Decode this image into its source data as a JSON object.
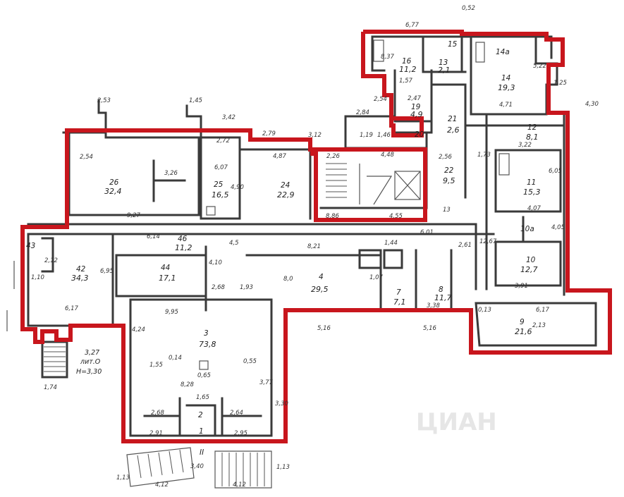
{
  "watermark": "ЦИАН",
  "rooms": [
    {
      "id": "r16",
      "num": "16",
      "area": "11,2"
    },
    {
      "id": "r13",
      "num": "13",
      "area": "2,1"
    },
    {
      "id": "r15",
      "num": "15",
      "area": ""
    },
    {
      "id": "r14a",
      "num": "14а",
      "area": ""
    },
    {
      "id": "r14",
      "num": "14",
      "area": "19,3"
    },
    {
      "id": "r19",
      "num": "19",
      "area": "4,9"
    },
    {
      "id": "r20",
      "num": "20",
      "area": ""
    },
    {
      "id": "r21",
      "num": "21",
      "area": "2,6"
    },
    {
      "id": "r12",
      "num": "12",
      "area": "8,1"
    },
    {
      "id": "r11",
      "num": "11",
      "area": "15,3"
    },
    {
      "id": "r22",
      "num": "22",
      "area": "9,5"
    },
    {
      "id": "r26",
      "num": "26",
      "area": "32,4"
    },
    {
      "id": "r25",
      "num": "25",
      "area": "16,5"
    },
    {
      "id": "r24",
      "num": "24",
      "area": "22,9"
    },
    {
      "id": "r43",
      "num": "43",
      "area": ""
    },
    {
      "id": "r42",
      "num": "42",
      "area": "34,3"
    },
    {
      "id": "r46",
      "num": "46",
      "area": "11,2"
    },
    {
      "id": "r44",
      "num": "44",
      "area": "17,1"
    },
    {
      "id": "r4",
      "num": "4",
      "area": "29,5"
    },
    {
      "id": "r7",
      "num": "7",
      "area": "7,1"
    },
    {
      "id": "r8",
      "num": "8",
      "area": "11,7"
    },
    {
      "id": "r10",
      "num": "10",
      "area": "12,7"
    },
    {
      "id": "r10a",
      "num": "10а",
      "area": ""
    },
    {
      "id": "r9",
      "num": "9",
      "area": "21,6"
    },
    {
      "id": "r3",
      "num": "3",
      "area": "73,8"
    },
    {
      "id": "r2",
      "num": "2",
      "area": ""
    },
    {
      "id": "r1",
      "num": "1",
      "area": ""
    },
    {
      "id": "rII",
      "num": "II",
      "area": ""
    }
  ],
  "entrance": {
    "line1": "3,27",
    "line2": "лит.О",
    "line3": "Н=3,30"
  },
  "dimensions": [
    "6,77",
    "0,52",
    "8,37",
    "1,57",
    "2,47",
    "5,22",
    "4,71",
    "1,25",
    "4,30",
    "2,53",
    "1,45",
    "3,42",
    "2,79",
    "3,12",
    "2,54",
    "2,84",
    "1,19",
    "1,46",
    "2,54",
    "3,26",
    "2,72",
    "4,87",
    "2,26",
    "4,48",
    "2,56",
    "1,73",
    "3,22",
    "6,05",
    "9,27",
    "6,07",
    "4,90",
    "8,86",
    "4,55",
    "4,07",
    "6,01",
    "13",
    "6,14",
    "4,5",
    "8,21",
    "1,44",
    "2,61",
    "12,67",
    "4,05",
    "2,12",
    "1,10",
    "6,95",
    "4,10",
    "2,68",
    "1,93",
    "8,0",
    "1,07",
    "3,91",
    "6,17",
    "9,95",
    "5,16",
    "5,16",
    "0,13",
    "6,17",
    "2,13",
    "3,38",
    "4,24",
    "1,55",
    "0,14",
    "0,55",
    "8,28",
    "0,65",
    "3,77",
    "3,30",
    "2,68",
    "2,91",
    "1,65",
    "2,64",
    "2,95",
    "1,74",
    "3,40",
    "4,12",
    "4,12",
    "1,13",
    "1,13"
  ]
}
